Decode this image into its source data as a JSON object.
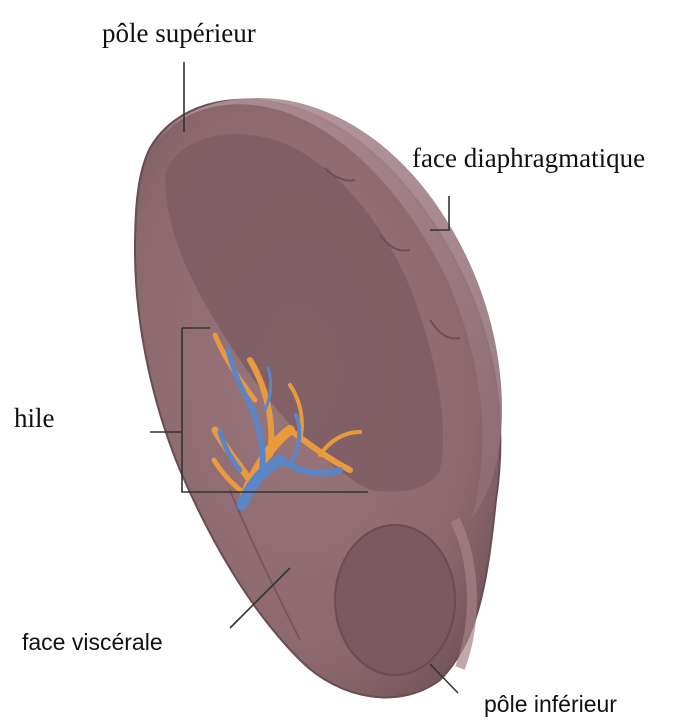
{
  "labels": {
    "pole_superieur": "pôle supérieur",
    "face_diaphragmatique": "face diaphragmatique",
    "hile": "hile",
    "face_viscerale": "face viscérale",
    "pole_inferieur": "pôle inférieur"
  },
  "colors": {
    "organ_base": "#8c6a70",
    "organ_light": "#a58389",
    "organ_dark": "#6e4f56",
    "artery": "#e89a3c",
    "vein": "#5a86c8",
    "leader_line": "#333333"
  }
}
